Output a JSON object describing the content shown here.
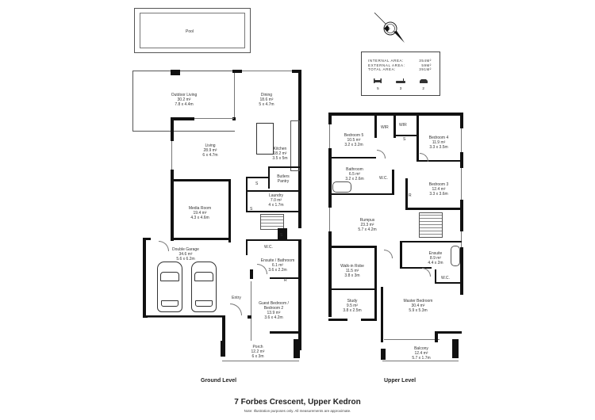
{
  "property": {
    "title": "7 Forbes Crescent, Upper Kedron",
    "note": "Note: Illustration purposes only. All measurements are approximate."
  },
  "levels": {
    "ground": "Ground Level",
    "upper": "Upper Level"
  },
  "areas": {
    "internal_label": "INTERNAL AREA:",
    "internal_value": "354M²",
    "external_label": "EXTERNAL AREA:",
    "external_value": "59M²",
    "total_label": "TOTAL AREA:",
    "total_value": "391M²"
  },
  "features": [
    {
      "icon": "bed-icon",
      "count": "5"
    },
    {
      "icon": "bath-icon",
      "count": "3"
    },
    {
      "icon": "car-icon",
      "count": "2"
    }
  ],
  "compass": {
    "label": "N"
  },
  "ground_rooms": {
    "pool": {
      "name": "Pool"
    },
    "outdoor_living": {
      "name": "Outdoor Living",
      "area": "30.2 m²",
      "dims": "7.8 x 4.4m"
    },
    "dining": {
      "name": "Dining",
      "area": "18.6 m²",
      "dims": "5 x 4.7m"
    },
    "living": {
      "name": "Living",
      "area": "28.9 m²",
      "dims": "6 x 4.7m"
    },
    "kitchen": {
      "name": "Kitchen",
      "area": "18.2 m²",
      "dims": "3.5 x 5m"
    },
    "butlers_pantry": {
      "name": "Butlers",
      "name2": "Pantry"
    },
    "laundry": {
      "name": "Laundry",
      "area": "7.0 m²",
      "dims": "4 x 1.7m"
    },
    "media_room": {
      "name": "Media Room",
      "area": "19.4 m²",
      "dims": "4.3 x 4.6m"
    },
    "double_garage": {
      "name": "Double Garage",
      "area": "34.6 m²",
      "dims": "5.6 x 6.2m"
    },
    "ensuite_bathroom": {
      "name": "Ensuite / Bathroom",
      "area": "6.1 m²",
      "dims": "3.6 x 2.2m"
    },
    "entry": {
      "name": "Entry"
    },
    "guest_bedroom": {
      "name": "Guest Bedroom /",
      "name2": "Bedroom 2",
      "area": "13.9 m²",
      "dims": "3.6 x 4.2m"
    },
    "porch": {
      "name": "Porch",
      "area": "12.2 m²",
      "dims": "6 x 3m"
    },
    "wc": "W.C.",
    "s": "S",
    "r": "R"
  },
  "upper_rooms": {
    "bedroom5": {
      "name": "Bedroom 5",
      "area": "10.5 m²",
      "dims": "3.2 x 3.2m"
    },
    "wir": "WIR",
    "bedroom4": {
      "name": "Bedroom 4",
      "area": "11.9 m²",
      "dims": "3.3 x 3.5m"
    },
    "bathroom": {
      "name": "Bathroom",
      "area": "6.5 m²",
      "dims": "3.2 x 2.6m"
    },
    "bedroom3": {
      "name": "Bedroom 3",
      "area": "12.4 m²",
      "dims": "3.3 x 3.6m"
    },
    "rumpus": {
      "name": "Rumpus",
      "area": "23.3 m²",
      "dims": "5.7 x 4.2m"
    },
    "ensuite": {
      "name": "Ensuite",
      "area": "8.9 m²",
      "dims": "4.4 x 2m"
    },
    "walk_in_robe": {
      "name": "Walk-in Robe",
      "area": "11.5 m²",
      "dims": "3.8 x 3m"
    },
    "study": {
      "name": "Study",
      "area": "9.5 m²",
      "dims": "3.8 x 2.5m"
    },
    "master_bedroom": {
      "name": "Master Bedroom",
      "area": "30.4 m²",
      "dims": "5.9 x 5.3m"
    },
    "balcony": {
      "name": "Balcony",
      "area": "12.4 m²",
      "dims": "5.7 x 1.7m"
    },
    "wc": "W.C.",
    "s": "S",
    "r": "R"
  }
}
